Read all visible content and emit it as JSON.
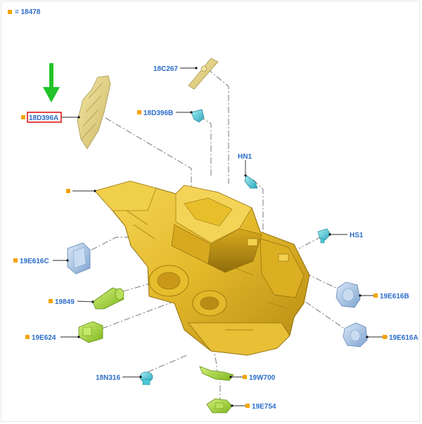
{
  "legend": {
    "text": "= 18478",
    "bullet_color": "#f5a400"
  },
  "labels": {
    "l18d396a": "18D396A",
    "l18c267": "18C267",
    "l18d396b": "18D396B",
    "hn1": "HN1",
    "hs1": "HS1",
    "l19e616c": "19E616C",
    "l19849": "19849",
    "l19e624": "19E624",
    "l19e616b": "19E616B",
    "l19e616a": "19E616A",
    "l18n316": "18N316",
    "l19w700": "19W700",
    "l19e754": "19E754"
  },
  "colors": {
    "label_text": "#2a6cc9",
    "bullet": "#f5a400",
    "highlight_box": "#e01818",
    "arrow": "#22c42a",
    "housing": "#e3b82a",
    "actuator": "#a9c6e8",
    "connector": "#9bd33a",
    "clip": "#4ac8d8"
  },
  "highlighted": "18D396A"
}
